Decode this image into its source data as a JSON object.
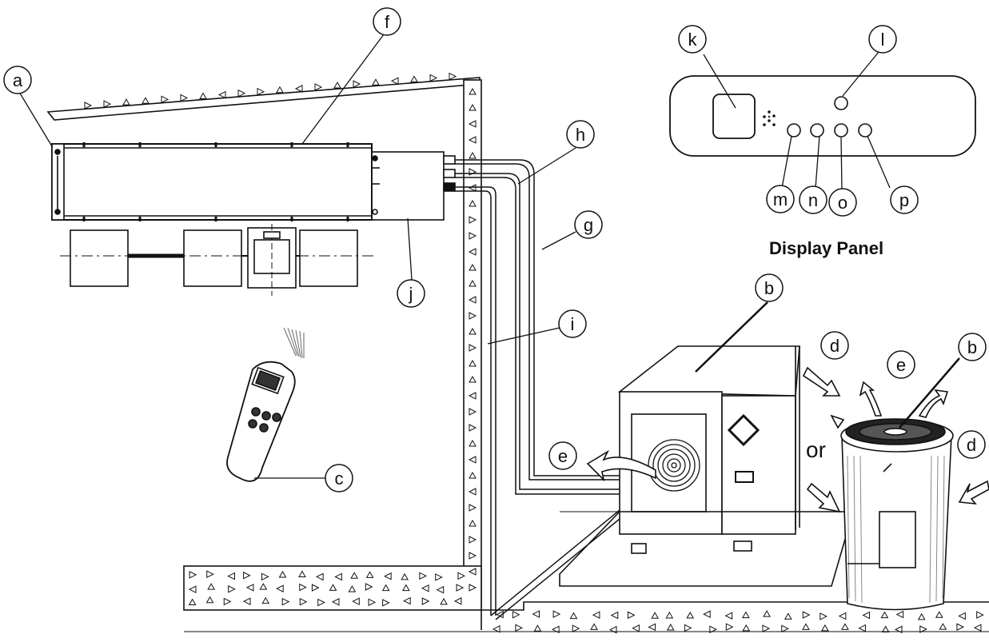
{
  "callouts": {
    "a": "a",
    "b": "b",
    "b2": "b",
    "c": "c",
    "d": "d",
    "d2": "d",
    "e": "e",
    "e2": "e",
    "f": "f",
    "g": "g",
    "h": "h",
    "i": "i",
    "j": "j",
    "k": "k",
    "l": "l",
    "m": "m",
    "n": "n",
    "o": "o",
    "p": "p"
  },
  "or_text": "or",
  "display_panel_title": "Display Panel"
}
